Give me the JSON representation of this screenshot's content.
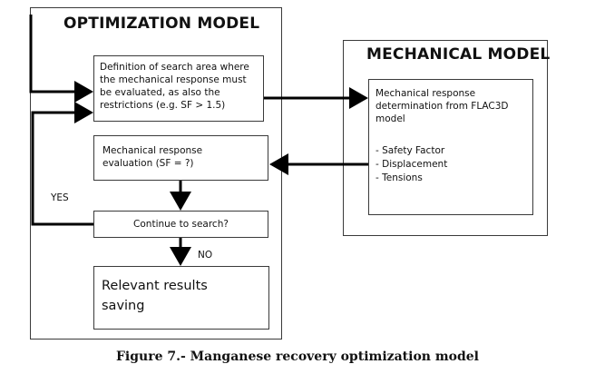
{
  "optimization_model": {
    "title": "OPTIMIZATION MODEL",
    "search_area_box": "Definition of search area where the mechanical response must be evaluated, as also the restrictions (e.g. SF > 1.5)",
    "evaluation_box": "Mechanical response evaluation (SF = ?)",
    "decision_box": "Continue to search?",
    "results_box": "Relevant results saving",
    "yes_label": "YES",
    "no_label": "NO"
  },
  "mechanical_model": {
    "title": "MECHANICAL MODEL",
    "response_box_intro": "Mechanical response determination from FLAC3D model",
    "outputs": [
      "- Safety Factor",
      "- Displacement",
      "- Tensions"
    ]
  },
  "caption": "Figure 7.- Manganese recovery optimization model",
  "colors": {
    "line": "#000000",
    "border": "#3a3a3a"
  }
}
